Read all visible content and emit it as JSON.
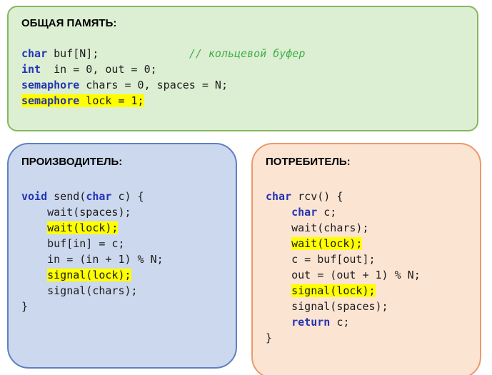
{
  "colors": {
    "page-bg": "#ffffff",
    "keyword": "#2434b5",
    "comment": "#3faf4b",
    "highlight": "#ffff00",
    "code-text": "#1c1c1c",
    "shared-fill": "#ddefd3",
    "shared-border": "#85b85e",
    "producer-fill": "#ccd8ed",
    "producer-border": "#5f80c2",
    "consumer-fill": "#fce4d3",
    "consumer-border": "#ea9a6e"
  },
  "shared": {
    "title": "ОБЩАЯ ПАМЯТЬ:",
    "lines": [
      [
        {
          "t": "kw",
          "s": "char"
        },
        {
          "s": " buf[N];"
        },
        {
          "s": "              "
        },
        {
          "t": "c",
          "s": "// кольцевой буфер"
        }
      ],
      [
        {
          "t": "kw",
          "s": "int"
        },
        {
          "s": "  in = 0, out = 0;"
        }
      ],
      [
        {
          "t": "kw",
          "s": "semaphore"
        },
        {
          "s": " chars = 0, spaces = N;"
        }
      ],
      [
        {
          "t": "kw",
          "s": "semaphore",
          "h": true
        },
        {
          "s": " lock = 1;",
          "h": true
        }
      ]
    ]
  },
  "producer": {
    "title": "ПРОИЗВОДИТЕЛЬ:",
    "lines": [
      [
        {
          "t": "kw",
          "s": "void"
        },
        {
          "s": " send("
        },
        {
          "t": "kw",
          "s": "char"
        },
        {
          "s": " c) {"
        }
      ],
      [
        {
          "s": "    wait(spaces);"
        }
      ],
      [
        {
          "s": "    "
        },
        {
          "s": "wait(lock);",
          "h": true
        }
      ],
      [
        {
          "s": "    buf[in] = c;"
        }
      ],
      [
        {
          "s": "    in = (in + 1) % N;"
        }
      ],
      [
        {
          "s": "    "
        },
        {
          "s": "signal(lock);",
          "h": true
        }
      ],
      [
        {
          "s": "    signal(chars);"
        }
      ],
      [
        {
          "s": "}"
        }
      ]
    ]
  },
  "consumer": {
    "title": "ПОТРЕБИТЕЛЬ:",
    "lines": [
      [
        {
          "t": "kw",
          "s": "char"
        },
        {
          "s": " rcv() {"
        }
      ],
      [
        {
          "s": "    "
        },
        {
          "t": "kw",
          "s": "char"
        },
        {
          "s": " c;"
        }
      ],
      [
        {
          "s": "    wait(chars);"
        }
      ],
      [
        {
          "s": "    "
        },
        {
          "s": "wait(lock);",
          "h": true
        }
      ],
      [
        {
          "s": "    c = buf[out];"
        }
      ],
      [
        {
          "s": "    out = (out + 1) % N;"
        }
      ],
      [
        {
          "s": "    "
        },
        {
          "s": "signal(lock);",
          "h": true
        }
      ],
      [
        {
          "s": "    signal(spaces);"
        }
      ],
      [
        {
          "s": "    "
        },
        {
          "t": "kw",
          "s": "return"
        },
        {
          "s": " c;"
        }
      ],
      [
        {
          "s": "}"
        }
      ]
    ]
  }
}
